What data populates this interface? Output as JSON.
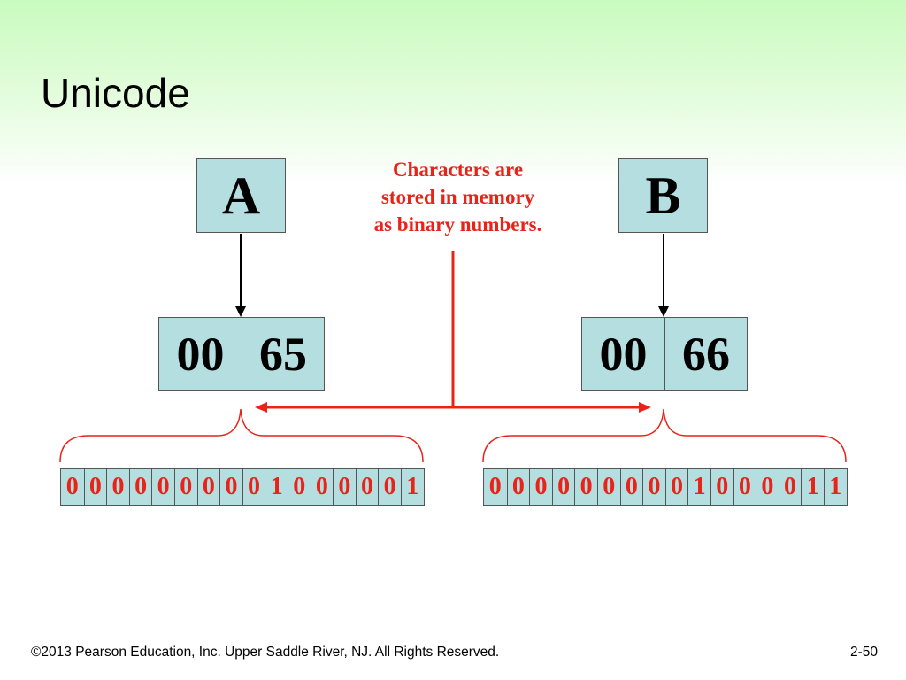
{
  "slide": {
    "title": "Unicode",
    "callout": {
      "line_1": "Characters are",
      "line_2": "stored in memory",
      "line_3": "as binary numbers."
    },
    "characters": [
      {
        "char": "A",
        "codes": [
          "00",
          "65"
        ],
        "bits": [
          "0",
          "0",
          "0",
          "0",
          "0",
          "0",
          "0",
          "0",
          "0",
          "1",
          "0",
          "0",
          "0",
          "0",
          "0",
          "1"
        ]
      },
      {
        "char": "B",
        "codes": [
          "00",
          "66"
        ],
        "bits": [
          "0",
          "0",
          "0",
          "0",
          "0",
          "0",
          "0",
          "0",
          "0",
          "1",
          "0",
          "0",
          "0",
          "0",
          "1",
          "1"
        ]
      }
    ],
    "footer": {
      "copyright": "©2013 Pearson Education, Inc. Upper Saddle River, NJ. All Rights Reserved.",
      "page_number": "2-50"
    }
  },
  "colors": {
    "box_fill": "#b4dee0",
    "accent_red": "#e8241a",
    "title_bar_green": "#c9fbbe"
  }
}
